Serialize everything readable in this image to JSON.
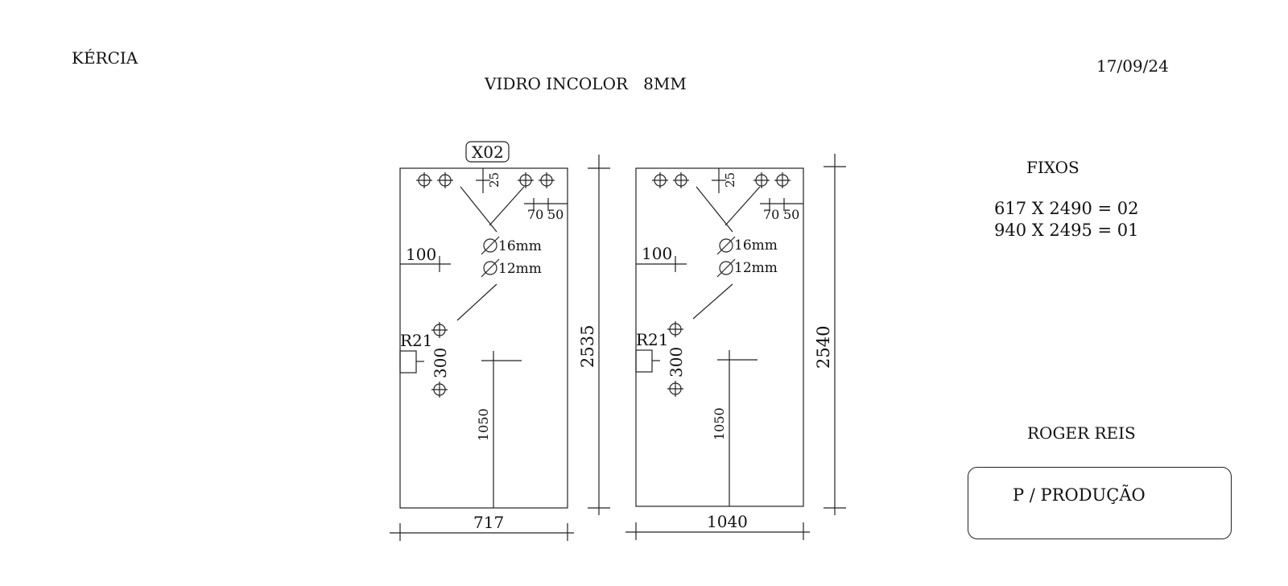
{
  "header": {
    "client": "KÉRCIA",
    "date": "17/09/24",
    "title": "VIDRO INCOLOR   8MM"
  },
  "panels": [
    {
      "tag": "X02",
      "top_offset": "25",
      "edge_offsets": [
        "70",
        "50"
      ],
      "hole_large": "16mm",
      "hole_small": "12mm",
      "side_offset": "100",
      "notch_label": "R21",
      "hole_spacing": "300",
      "handle_height": "1050",
      "width": "717",
      "height": "2535"
    },
    {
      "tag": "",
      "top_offset": "25",
      "edge_offsets": [
        "70",
        "50"
      ],
      "hole_large": "16mm",
      "hole_small": "12mm",
      "side_offset": "100",
      "notch_label": "R21",
      "hole_spacing": "300",
      "handle_height": "1050",
      "width": "1040",
      "height": "2540"
    }
  ],
  "fixos": {
    "label": "FIXOS",
    "items": [
      "617 X 2490 = 02",
      "940 X 2495 = 01"
    ]
  },
  "signature": "ROGER REIS",
  "production_label": "P / PRODUÇÃO"
}
